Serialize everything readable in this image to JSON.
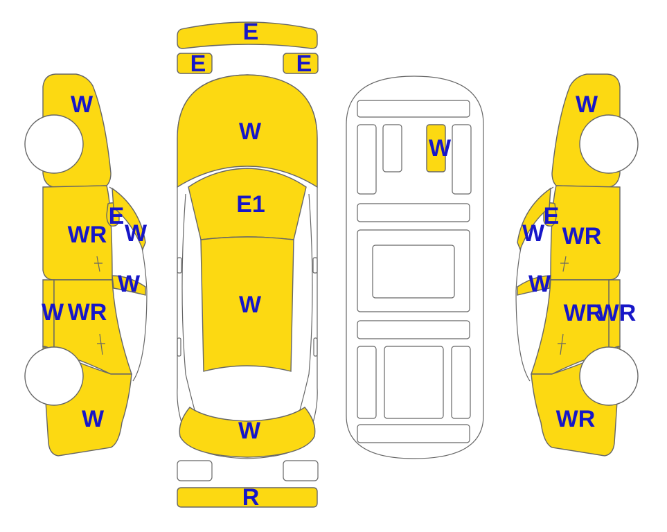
{
  "colors": {
    "damaged_fill": "#fcd912",
    "outline": "#666666",
    "label": "#1616c8",
    "background": "#ffffff"
  },
  "labels": {
    "front_bumper": "E",
    "headlight_left": "E",
    "headlight_right": "E",
    "hood": "W",
    "windshield": "E1",
    "roof": "W",
    "rear_panel_top": "W",
    "rear_bumper": "R",
    "interior_seat": "W",
    "left_front_fender": "W",
    "left_front_door": "WR",
    "left_mirror": "E",
    "left_front_pillar": "W",
    "left_rear_pillar": "W",
    "left_rocker": "W",
    "left_rear_door": "WR",
    "left_rear_fender": "W",
    "right_front_fender": "W",
    "right_mirror": "E",
    "right_front_pillar": "W",
    "right_front_door": "WR",
    "right_rear_pillar": "W",
    "right_rear_door": "WR",
    "right_rocker": "WR",
    "right_rear_fender": "WR"
  }
}
